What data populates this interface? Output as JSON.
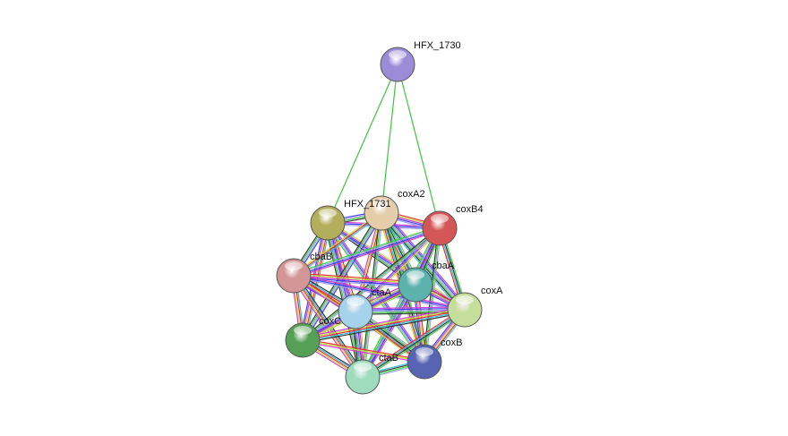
{
  "network": {
    "nodes": [
      {
        "id": "HFX_1730",
        "label": "HFX_1730",
        "color": "#9a8cd6"
      },
      {
        "id": "HFX_1731",
        "label": "HFX_1731",
        "color": "#b3ae5c"
      },
      {
        "id": "coxA2",
        "label": "coxA2",
        "color": "#e6cdaa"
      },
      {
        "id": "coxB4",
        "label": "coxB4",
        "color": "#d45656"
      },
      {
        "id": "cbaB",
        "label": "cbaB",
        "color": "#d39696"
      },
      {
        "id": "cbaA",
        "label": "cbaA",
        "color": "#5cb3ad"
      },
      {
        "id": "ctaA",
        "label": "ctaA",
        "color": "#a6d3ec"
      },
      {
        "id": "coxA",
        "label": "coxA",
        "color": "#c6de9c"
      },
      {
        "id": "coxC",
        "label": "coxC",
        "color": "#55a055"
      },
      {
        "id": "coxB",
        "label": "coxB",
        "color": "#5664b3"
      },
      {
        "id": "ctaB",
        "label": "ctaB",
        "color": "#9fdcbd"
      }
    ],
    "hub_edges": [
      {
        "from": "HFX_1730",
        "to": "HFX_1731",
        "colors": [
          "#3fc53f"
        ]
      },
      {
        "from": "HFX_1730",
        "to": "coxA2",
        "colors": [
          "#3fc53f"
        ]
      },
      {
        "from": "HFX_1730",
        "to": "coxB4",
        "colors": [
          "#3fc53f"
        ]
      }
    ],
    "evidence_colors": [
      "#2fbfdf",
      "#d23fd2",
      "#3fcf3f",
      "#ef2f2f",
      "#3f3fef",
      "#333333",
      "#bfdf3f",
      "#9f9fef"
    ]
  }
}
